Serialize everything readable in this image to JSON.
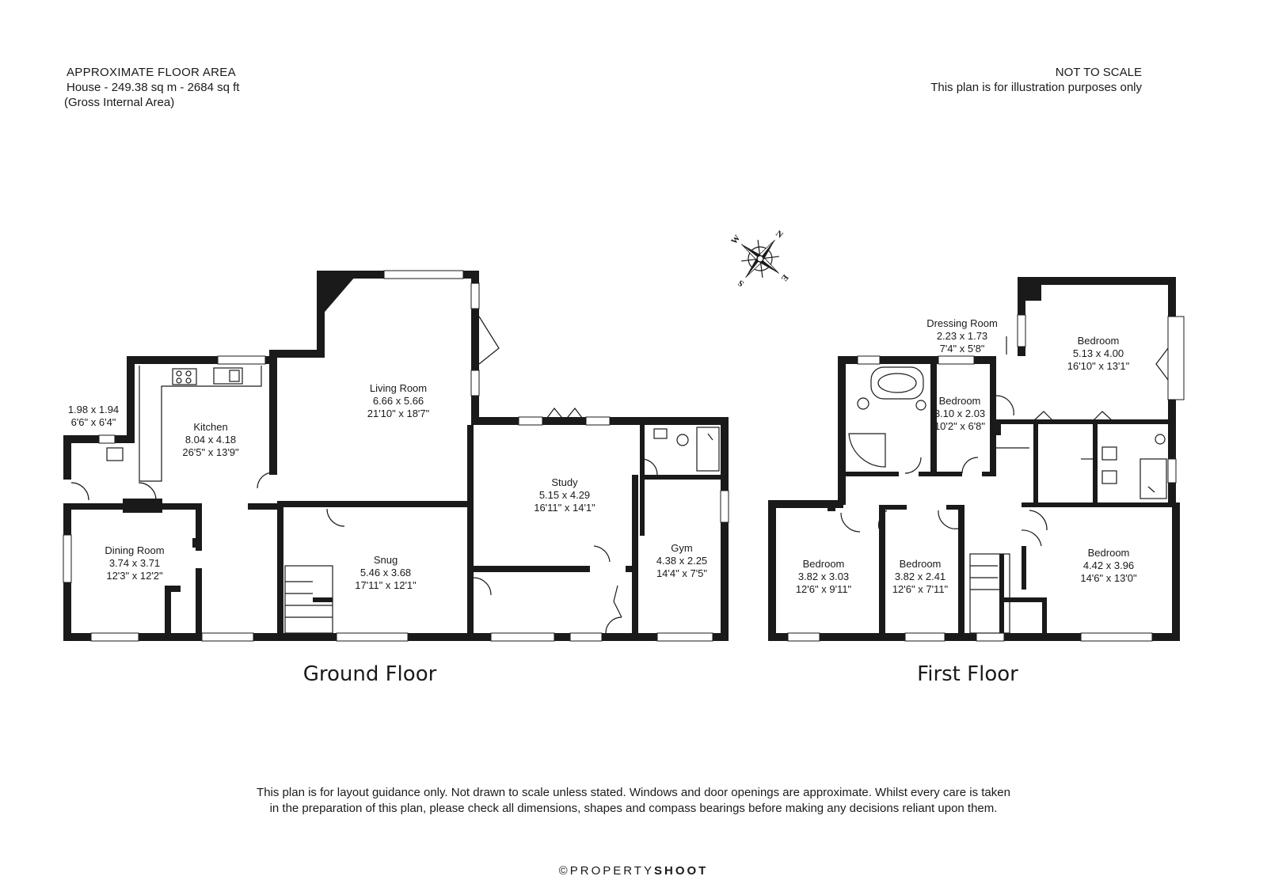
{
  "header": {
    "area_title": "APPROXIMATE FLOOR AREA",
    "area_value": "House - 249.38 sq m - 2684 sq ft",
    "area_note": "(Gross Internal Area)",
    "scale_title": "NOT TO SCALE",
    "scale_note": "This plan is for illustration purposes only"
  },
  "compass": {
    "n": "N",
    "e": "E",
    "s": "S",
    "w": "W"
  },
  "floors": {
    "ground": {
      "title": "Ground Floor",
      "rooms": {
        "porch": {
          "name": "",
          "metric": "1.98 x 1.94",
          "imperial": "6'6\" x 6'4\""
        },
        "kitchen": {
          "name": "Kitchen",
          "metric": "8.04 x 4.18",
          "imperial": "26'5\" x 13'9\""
        },
        "living": {
          "name": "Living Room",
          "metric": "6.66 x 5.66",
          "imperial": "21'10\" x 18'7\""
        },
        "dining": {
          "name": "Dining Room",
          "metric": "3.74 x 3.71",
          "imperial": "12'3\" x 12'2\""
        },
        "snug": {
          "name": "Snug",
          "metric": "5.46 x 3.68",
          "imperial": "17'11\" x 12'1\""
        },
        "study": {
          "name": "Study",
          "metric": "5.15 x 4.29",
          "imperial": "16'11\" x 14'1\""
        },
        "gym": {
          "name": "Gym",
          "metric": "4.38 x 2.25",
          "imperial": "14'4\" x 7'5\""
        }
      }
    },
    "first": {
      "title": "First Floor",
      "rooms": {
        "dressing": {
          "name": "Dressing Room",
          "metric": "2.23 x 1.73",
          "imperial": "7'4\" x 5'8\""
        },
        "bed1": {
          "name": "Bedroom",
          "metric": "5.13 x 4.00",
          "imperial": "16'10\" x 13'1\""
        },
        "bed2": {
          "name": "Bedroom",
          "metric": "3.10 x 2.03",
          "imperial": "10'2\" x 6'8\""
        },
        "bed3": {
          "name": "Bedroom",
          "metric": "3.82 x 3.03",
          "imperial": "12'6\" x 9'11\""
        },
        "bed4": {
          "name": "Bedroom",
          "metric": "3.82 x 2.41",
          "imperial": "12'6\" x 7'11\""
        },
        "bed5": {
          "name": "Bedroom",
          "metric": "4.42 x 3.96",
          "imperial": "14'6\" x 13'0\""
        }
      }
    }
  },
  "footer": {
    "disclaimer_line1": "This plan is for layout guidance only. Not drawn to scale unless stated. Windows and door openings are approximate. Whilst every care is taken",
    "disclaimer_line2": "in the preparation of this plan, please check all dimensions, shapes and compass bearings before making any decisions reliant upon them.",
    "brand_copyright": "©",
    "brand_first": "PROPERTY",
    "brand_second": "SHOOT"
  }
}
